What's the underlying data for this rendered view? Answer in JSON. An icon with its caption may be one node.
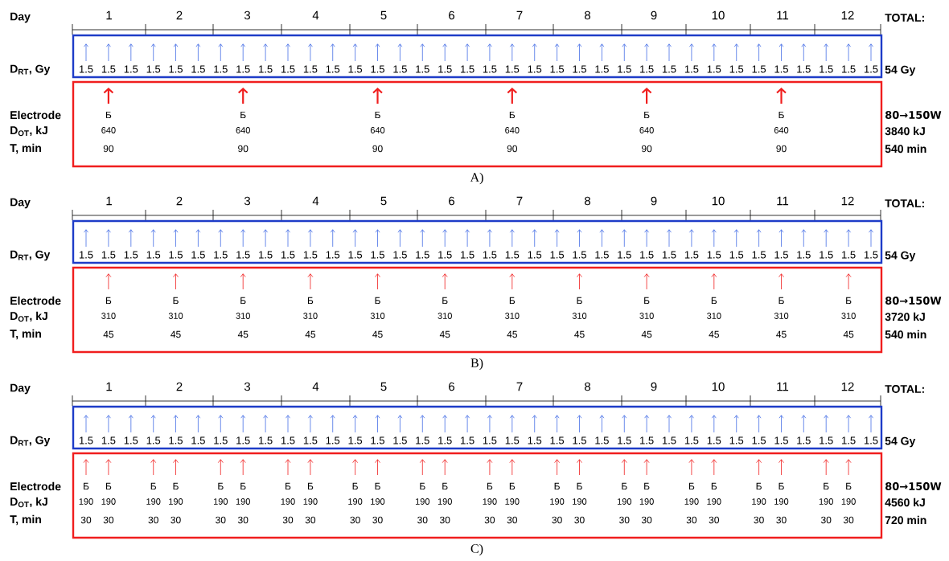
{
  "diagram": {
    "nodes": [
      {
        "text": [
          "1.5",
          "1.5",
          "1.5",
          "1.5",
          "1.5",
          "1.5",
          "1.5",
          "1.5",
          "1.5",
          "1.5",
          "1.5",
          "1.5",
          "1.5",
          "1.5",
          "1.5",
          "1.5",
          "1.5",
          "1.5",
          "1.5",
          "1.5",
          "1.5",
          "1.5",
          "1.5",
          "1.5",
          "1.5",
          "1.5",
          "1.5",
          "1.5",
          "1.5",
          "1.5",
          "1.5",
          "1.5",
          "1.5",
          "1.5",
          "1.5",
          "1.5"
        ]
      },
      {
        "text": [
          "Б",
          "640",
          "90",
          "Б",
          "640",
          "90",
          "Б",
          "640",
          "90",
          "Б",
          "640",
          "90",
          "Б",
          "640",
          "90",
          "Б",
          "640",
          "90"
        ]
      },
      {
        "text": [
          "1.5",
          "1.5",
          "1.5",
          "1.5",
          "1.5",
          "1.5",
          "1.5",
          "1.5",
          "1.5",
          "1.5",
          "1.5",
          "1.5",
          "1.5",
          "1.5",
          "1.5",
          "1.5",
          "1.5",
          "1.5",
          "1.5",
          "1.5",
          "1.5",
          "1.5",
          "1.5",
          "1.5",
          "1.5",
          "1.5",
          "1.5",
          "1.5",
          "1.5",
          "1.5",
          "1.5",
          "1.5",
          "1.5",
          "1.5",
          "1.5",
          "1.5"
        ]
      },
      {
        "text": [
          "Б",
          "310",
          "45",
          "Б",
          "310",
          "45",
          "Б",
          "310",
          "45",
          "Б",
          "310",
          "45",
          "Б",
          "310",
          "45",
          "Б",
          "310",
          "45",
          "Б",
          "310",
          "45",
          "Б",
          "310",
          "45",
          "Б",
          "310",
          "45",
          "Б",
          "310",
          "45",
          "Б",
          "310",
          "45",
          "Б",
          "310",
          "45"
        ]
      },
      {
        "text": [
          "1.5",
          "1.5",
          "1.5",
          "1.5",
          "1.5",
          "1.5",
          "1.5",
          "1.5",
          "1.5",
          "1.5",
          "1.5",
          "1.5",
          "1.5",
          "1.5",
          "1.5",
          "1.5",
          "1.5",
          "1.5",
          "1.5",
          "1.5",
          "1.5",
          "1.5",
          "1.5",
          "1.5",
          "1.5",
          "1.5",
          "1.5",
          "1.5",
          "1.5",
          "1.5",
          "1.5",
          "1.5",
          "1.5",
          "1.5",
          "1.5",
          "1.5"
        ]
      },
      {
        "text": [
          "Б",
          "190",
          "30",
          "Б",
          "190",
          "30",
          "Б",
          "190",
          "30",
          "Б",
          "190",
          "30",
          "Б",
          "190",
          "30",
          "Б",
          "190",
          "30",
          "Б",
          "190",
          "30",
          "Б",
          "190",
          "30",
          "Б",
          "190",
          "30",
          "Б",
          "190",
          "30",
          "Б",
          "190",
          "30",
          "Б",
          "190",
          "30",
          "Б",
          "190",
          "30",
          "Б",
          "190",
          "30",
          "Б",
          "190",
          "30",
          "Б",
          "190",
          "30",
          "Б",
          "190",
          "30",
          "Б",
          "190",
          "30",
          "Б",
          "190",
          "30",
          "Б",
          "190",
          "30",
          "Б",
          "190",
          "30",
          "Б",
          "190",
          "30",
          "Б",
          "190",
          "30",
          "Б",
          "190",
          "30"
        ]
      }
    ],
    "labels": [
      "Day",
      "1",
      "2",
      "3",
      "4",
      "5",
      "6",
      "7",
      "8",
      "9",
      "10",
      "11",
      "12",
      "TOTAL:",
      "D$_{RT}$, Gy",
      "54 Gy",
      "Electrode",
      "D$_{OT}$, kJ",
      "T, min",
      "80→150W",
      "3840 kJ",
      "540 min",
      "A)",
      "Day",
      "1",
      "2",
      "3",
      "4",
      "5",
      "6",
      "7",
      "8",
      "9",
      "10",
      "11",
      "12",
      "TOTAL:",
      "D$_{RT}$, Gy",
      "54 Gy",
      "Electrode",
      "D$_{OT}$, kJ",
      "T, min",
      "80→150W",
      "3720 kJ",
      "540 min",
      "B)",
      "Day",
      "1",
      "2",
      "3",
      "4",
      "5",
      "6",
      "7",
      "8",
      "9",
      "10",
      "11",
      "12",
      "TOTAL:",
      "D$_{RT}$, Gy",
      "54 Gy",
      "Electrode",
      "D$_{OT}$, kJ",
      "T, min",
      "80→150W",
      "4560 kJ",
      "720 min",
      "C)"
    ]
  }
}
